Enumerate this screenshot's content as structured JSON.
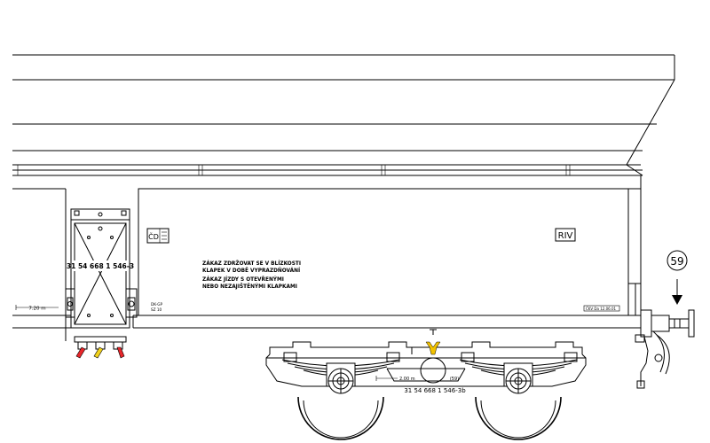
{
  "labels": {
    "wagon_number_panel": "31 54 668 1 546-3",
    "wagon_number_frame": "31 54 668 1 546-3b",
    "warning_line1": "ZÁKAZ ZDRŽOVAT SE  V BLÍZKOSTI",
    "warning_line2": "KLAPEK V DOBĚ VYPRAZDŇOVÁNÍ",
    "warning_line3": "ZÁKAZ JÍZDY S OTEVŘENÝMI",
    "warning_line4": "NEBO NEZAJIŠTĚNÝMI KLAPKAMI",
    "owner_mark": "ČD",
    "riv_mark": "RIV",
    "dimension_left": "7.20 m",
    "dimension_bogie": "2.00 m",
    "frame_mark": "(59)",
    "small_mark_1": "DK-GP",
    "small_mark_2": "SZ 10",
    "revision_mark": "ČKV  Da  12.06.01",
    "callout_number": "59"
  },
  "colors": {
    "line": "#000000",
    "background": "#ffffff",
    "handle_red": "#e8262a",
    "handle_yellow": "#f2d21c",
    "lift_hook": "#f2c200"
  }
}
